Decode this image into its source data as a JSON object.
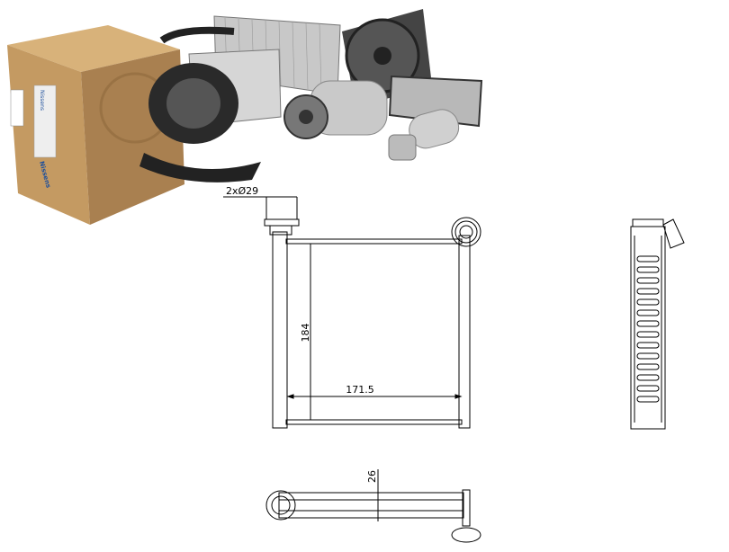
{
  "product_photo": {
    "box_logo": "Nissens",
    "box_colors": {
      "cardboard": "#c49a62",
      "cardboard_dark": "#9c7445",
      "brand_blue": "#1d4f9c"
    }
  },
  "drawing": {
    "front_view": {
      "width_label": "171.5",
      "height_label": "184",
      "pipe_label": "2xØ29"
    },
    "bottom_view": {
      "depth_label": "26"
    },
    "line_color": "#000000"
  }
}
